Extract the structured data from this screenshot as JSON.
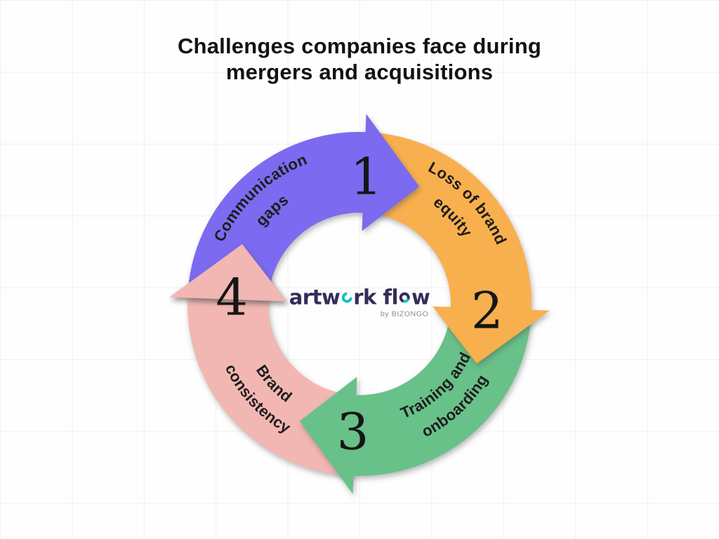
{
  "title": {
    "line1": "Challenges companies face during",
    "line2": "mergers and acquisitions"
  },
  "diagram": {
    "type": "cycle",
    "direction": "clockwise",
    "steps": [
      {
        "number": "1",
        "label_line1": "Communication",
        "label_line2": "gaps",
        "color": "#7C6AF0"
      },
      {
        "number": "2",
        "label_line1": "Loss of brand",
        "label_line2": "equity",
        "color": "#F8B04E"
      },
      {
        "number": "3",
        "label_line1": "Training and",
        "label_line2": "onboarding",
        "color": "#68C189"
      },
      {
        "number": "4",
        "label_line1": "Brand",
        "label_line2": "consistency",
        "color": "#F2B7B2"
      }
    ],
    "number_color": "#161616",
    "label_color": "#1C1C1C"
  },
  "logo": {
    "part1": "artw",
    "part2": "rk fl",
    "part3": "w",
    "byline": "by BIZONGO",
    "navy": "#322E58",
    "teal": "#16C2BD"
  }
}
